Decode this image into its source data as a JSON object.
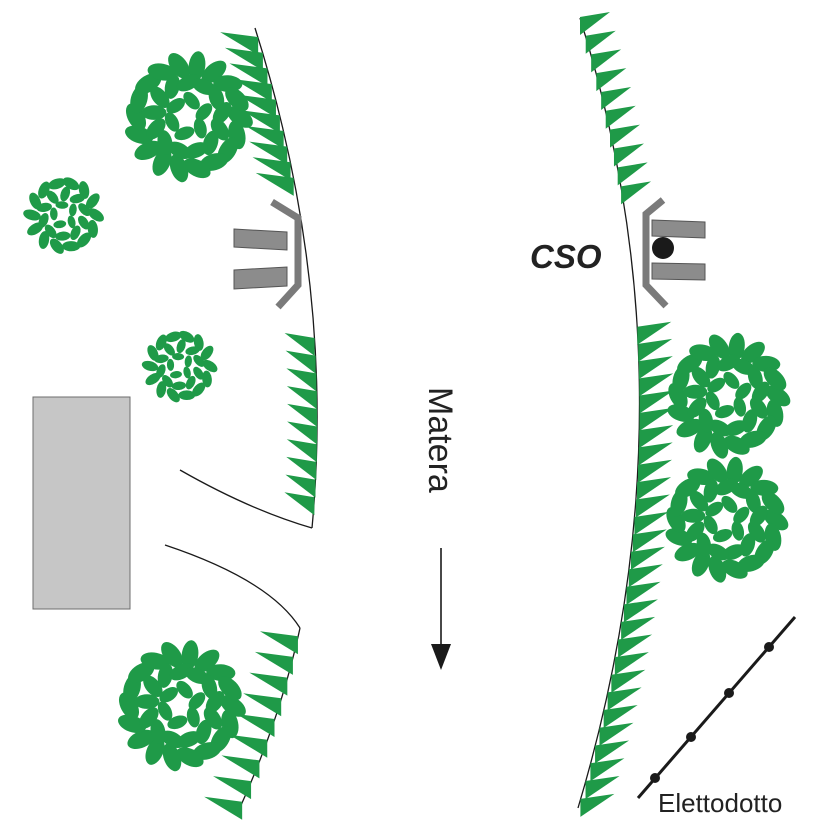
{
  "labels": {
    "cso": "CSO",
    "direction": "Matera",
    "powerline": "Elettodotto"
  },
  "colors": {
    "vegetation": "#1f9a48",
    "structure_fill": "#8c8c8c",
    "structure_dark": "#6d6d6d",
    "building": "#c6c6c6",
    "line": "#1a1a1a"
  },
  "icons": {
    "shrub": "shrub-icon",
    "hedge": "hedge-triangle-icon",
    "culvert": "culvert-icon",
    "pylon": "pylon-node-icon",
    "arrow": "arrow-down-icon"
  }
}
